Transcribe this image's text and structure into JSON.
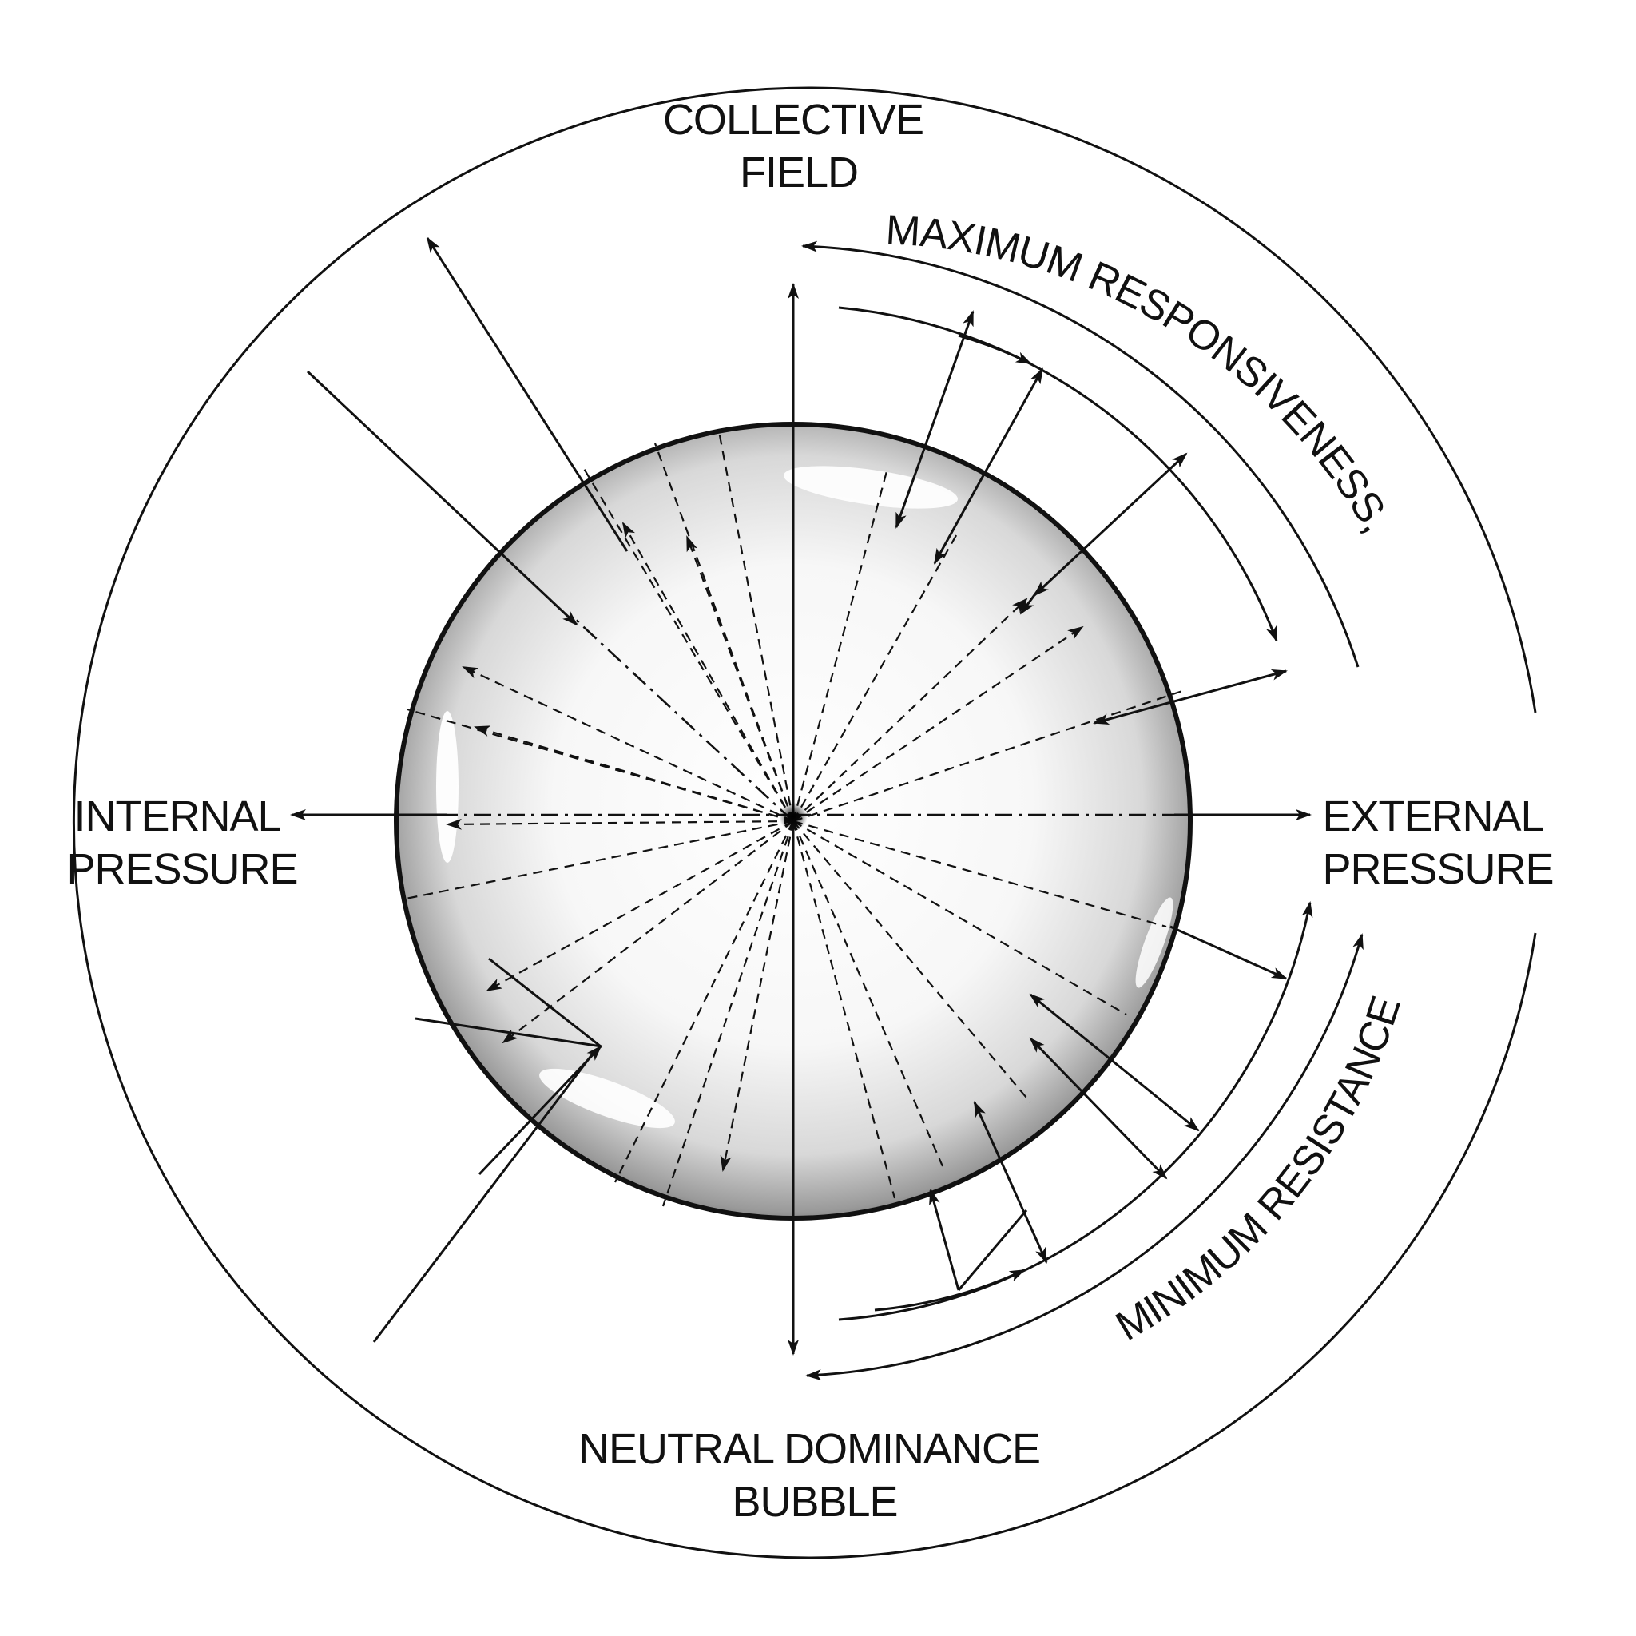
{
  "labels": {
    "collective_field": [
      "COLLECTIVE",
      "FIELD"
    ],
    "internal_pressure": [
      "INTERNAL",
      "PRESSURE"
    ],
    "external_pressure": [
      "EXTERNAL",
      "PRESSURE"
    ],
    "neutral_dominance_bubble": [
      "NEUTRAL DOMINANCE",
      "BUBBLE"
    ],
    "maximum_responsiveness": "MAXIMUM RESPONSIVENESS,",
    "minimum_resistance": "MINIMUM RESISTANCE"
  },
  "colors": {
    "ink": "#111111",
    "background": "#ffffff",
    "sphere_highlight": "#ffffff",
    "sphere_shade": "#8a8a8a"
  }
}
